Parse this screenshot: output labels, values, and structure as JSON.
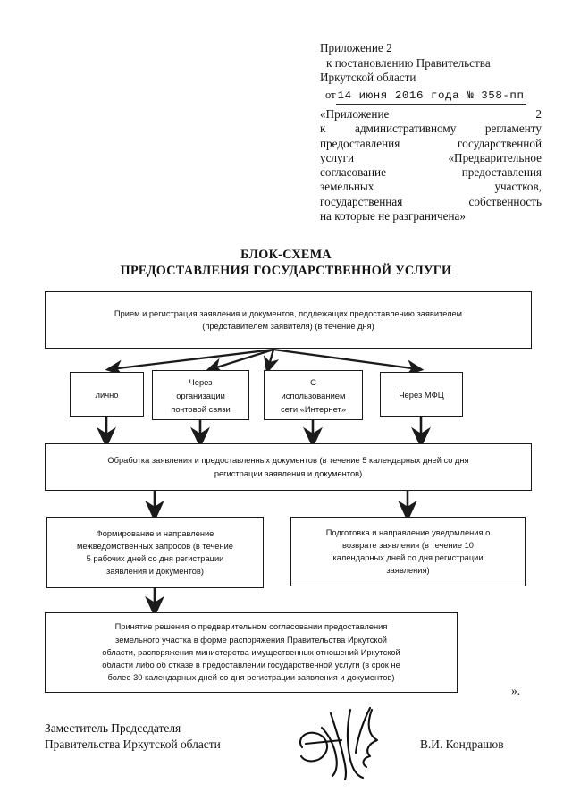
{
  "document": {
    "header": {
      "lines": [
        "Приложение 2",
        "к постановлению Правительства",
        "Иркутской области"
      ],
      "date_label": "от",
      "date_value": "14 июня 2016 года № 358-пп"
    },
    "appendix_reference": {
      "lines": [
        "«Приложение 2",
        "к административному регламенту",
        "предоставления государственной",
        "услуги «Предварительное",
        "согласование предоставления",
        "земельных участков,",
        "государственная собственность",
        "на которые не разграничена»"
      ]
    },
    "title": {
      "line1": "БЛОК-СХЕМА",
      "line2": "ПРЕДОСТАВЛЕНИЯ ГОСУДАРСТВЕННОЙ УСЛУГИ"
    },
    "closing_quote": "».",
    "signature": {
      "position_line1": "Заместитель Председателя",
      "position_line2": "Правительства Иркутской области",
      "name": "В.И. Кондрашов",
      "mark": "handwritten-signature"
    }
  },
  "flowchart": {
    "nodes": {
      "intake": {
        "line1": "Прием и регистрация заявления и документов, подлежащих предоставлению заявителем",
        "line2": "(представителем заявителя) (в течение дня)"
      },
      "channel_personal": {
        "line1": "лично"
      },
      "channel_post": {
        "line1": "Через",
        "line2": "организации",
        "line3": "почтовой связи"
      },
      "channel_internet": {
        "line1": "С",
        "line2": "использованием",
        "line3": "сети «Интернет»"
      },
      "channel_mfc": {
        "line1": "Через МФЦ"
      },
      "processing": {
        "line1": "Обработка заявления и предоставленных документов (в течение 5 календарных дней со дня",
        "line2": "регистрации заявления и документов)"
      },
      "interdepartmental": {
        "line1": "Формирование и направление",
        "line2": "межведомственных запросов (в течение",
        "line3": "5 рабочих дней со дня регистрации",
        "line4": "заявления и документов)"
      },
      "return_notice": {
        "line1": "Подготовка и направление уведомления о",
        "line2": "возврате заявления (в течение 10",
        "line3": "календарных дней со дня регистрации",
        "line4": "заявления)"
      },
      "decision": {
        "line1": "Принятие решения о предварительном согласовании предоставления",
        "line2": "земельного участка в форме распоряжения Правительства Иркутской",
        "line3": "области, распоряжения министерства имущественных отношений Иркутской",
        "line4": "области либо об отказе в предоставлении государственной услуги (в срок не",
        "line5": "более 30 календарных дней со дня регистрации заявления и документов)"
      }
    },
    "colors": {
      "line": "#1b1b1b",
      "fill": "#ffffff",
      "text": "#121212"
    }
  }
}
